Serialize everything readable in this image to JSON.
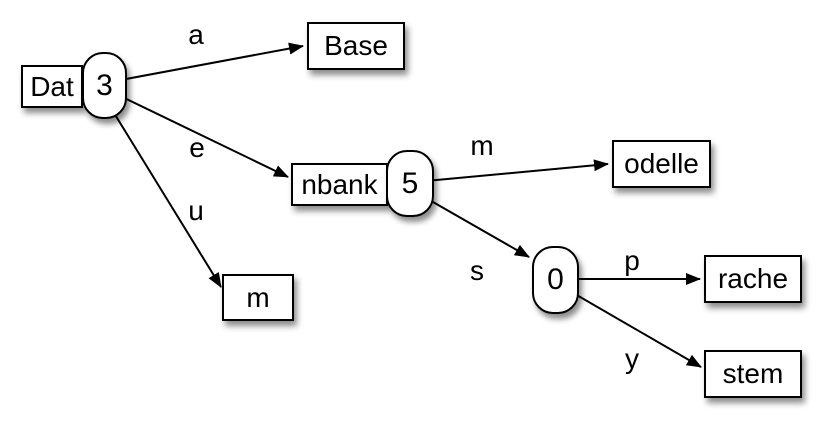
{
  "diagram": {
    "kind": "radix-tree",
    "colors": {
      "node_fill": "#ffffff",
      "stroke": "#000000",
      "background": "#ffffff",
      "shadow": "rgba(0,0,0,0.45)"
    },
    "nodes": {
      "dat": {
        "label": "Dat",
        "count": "3"
      },
      "base": {
        "label": "Base"
      },
      "nbank": {
        "label": "nbank",
        "count": "5"
      },
      "m": {
        "label": "m"
      },
      "odelle": {
        "label": "odelle"
      },
      "branch": {
        "count": "0"
      },
      "rache": {
        "label": "rache"
      },
      "stem": {
        "label": "stem"
      }
    },
    "edge_labels": {
      "a": "a",
      "e": "e",
      "u": "u",
      "m": "m",
      "s": "s",
      "p": "p",
      "y": "y"
    }
  }
}
